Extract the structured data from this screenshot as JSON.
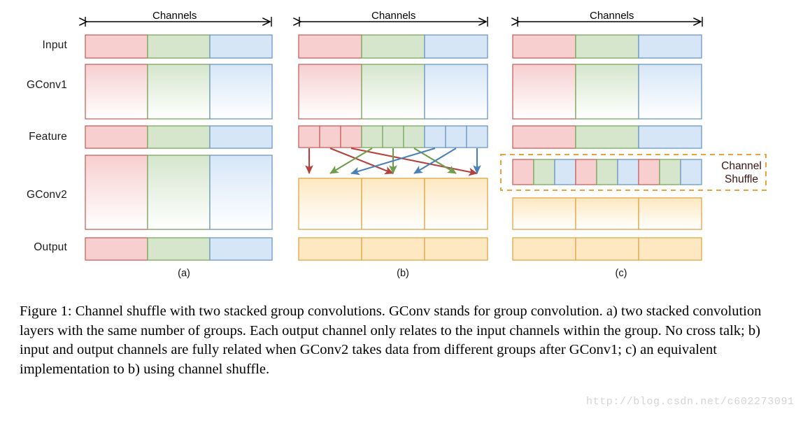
{
  "figure": {
    "row_labels": [
      "Input",
      "GConv1",
      "Feature",
      "GConv2",
      "Output"
    ],
    "channels_label": "Channels",
    "panel_labels": [
      "(a)",
      "(b)",
      "(c)"
    ],
    "channel_shuffle_label": "Channel\nShuffle",
    "channel_shuffle_line1": "Channel",
    "channel_shuffle_line2": "Shuffle",
    "caption": "Figure 1: Channel shuffle with two stacked group convolutions. GConv stands for group convolution. a) two stacked convolution layers with the same number of groups. Each output channel only relates to the input channels within the group. No cross talk; b) input and output channels are fully related when GConv2 takes data from different groups after GConv1; c) an equivalent implementation to b) using channel shuffle.",
    "watermark": "http://blog.csdn.net/c602273091"
  },
  "colors": {
    "red_fill": "#f7cfcf",
    "red_stroke": "#c9625f",
    "green_fill": "#d5e6cd",
    "green_stroke": "#7aa85c",
    "blue_fill": "#d6e6f7",
    "blue_stroke": "#6b97c6",
    "yellow_fill": "#fde8c1",
    "yellow_stroke": "#e3ab52",
    "arrow_red": "#b5413c",
    "arrow_green": "#6d9c4a",
    "arrow_blue": "#4a80b8",
    "dash_box": "#e8a33d",
    "text": "#1b1b1b",
    "shuffle_text": "#3b1512",
    "watermark": "#d4d4d4"
  },
  "chart_data": {
    "type": "diagram",
    "title": "Channel shuffle with two stacked group convolutions",
    "groups": 3,
    "channels_per_group": 3,
    "panels": [
      {
        "id": "a",
        "label": "(a)",
        "rows": [
          {
            "name": "Input",
            "style": "flat",
            "segments": [
              "red",
              "green",
              "blue"
            ]
          },
          {
            "name": "GConv1",
            "style": "gradient",
            "segments": [
              "red",
              "green",
              "blue"
            ]
          },
          {
            "name": "Feature",
            "style": "flat",
            "segments": [
              "red",
              "green",
              "blue"
            ]
          },
          {
            "name": "GConv2",
            "style": "gradient",
            "segments": [
              "red",
              "green",
              "blue"
            ]
          },
          {
            "name": "Output",
            "style": "flat",
            "segments": [
              "red",
              "green",
              "blue"
            ]
          }
        ],
        "cross_talk": false
      },
      {
        "id": "b",
        "label": "(b)",
        "rows": [
          {
            "name": "Input",
            "style": "flat",
            "segments": [
              "red",
              "green",
              "blue"
            ]
          },
          {
            "name": "GConv1",
            "style": "gradient",
            "segments": [
              "red",
              "green",
              "blue"
            ]
          },
          {
            "name": "Feature",
            "style": "cells",
            "segments": [
              "red",
              "red",
              "red",
              "green",
              "green",
              "green",
              "blue",
              "blue",
              "blue"
            ]
          },
          {
            "name": "GConv2",
            "style": "gradient",
            "segments": [
              "yellow",
              "yellow",
              "yellow"
            ]
          },
          {
            "name": "Output",
            "style": "flat",
            "segments": [
              "yellow",
              "yellow",
              "yellow"
            ]
          }
        ],
        "cross_talk": true,
        "arrow_mapping": [
          0,
          3,
          6,
          1,
          4,
          7,
          2,
          5,
          8
        ],
        "arrow_colors": [
          "red",
          "red",
          "red",
          "green",
          "green",
          "green",
          "blue",
          "blue",
          "blue"
        ]
      },
      {
        "id": "c",
        "label": "(c)",
        "rows": [
          {
            "name": "Input",
            "style": "flat",
            "segments": [
              "red",
              "green",
              "blue"
            ]
          },
          {
            "name": "GConv1",
            "style": "gradient",
            "segments": [
              "red",
              "green",
              "blue"
            ]
          },
          {
            "name": "Feature",
            "style": "flat",
            "segments": [
              "red",
              "green",
              "blue"
            ]
          },
          {
            "name": "Shuffle",
            "style": "cells",
            "segments": [
              "red",
              "green",
              "blue",
              "red",
              "green",
              "blue",
              "red",
              "green",
              "blue"
            ]
          },
          {
            "name": "GConv2",
            "style": "gradient",
            "segments": [
              "yellow",
              "yellow",
              "yellow"
            ]
          },
          {
            "name": "Output",
            "style": "flat",
            "segments": [
              "yellow",
              "yellow",
              "yellow"
            ]
          }
        ],
        "cross_talk": true,
        "shuffle_box": true
      }
    ]
  }
}
